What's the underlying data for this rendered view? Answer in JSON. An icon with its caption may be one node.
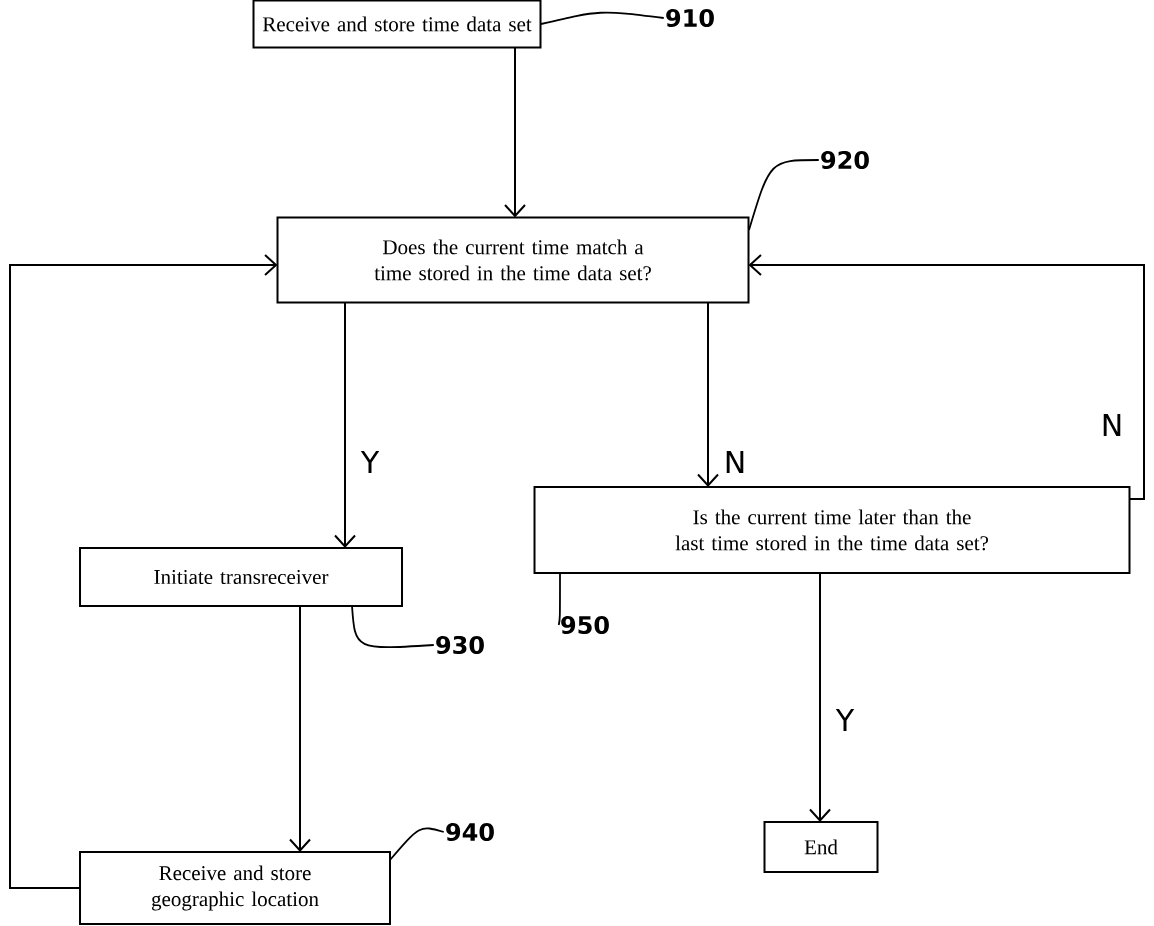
{
  "diagram": {
    "nodes": [
      {
        "text": [
          "Receive and store time data set"
        ]
      },
      {
        "text": [
          "Does the current time match a time stored in the time data set?"
        ]
      },
      {
        "text": [
          "Initiate transreceiver"
        ]
      },
      {
        "text": [
          "Is the current time later than the last time stored in the time data set?"
        ]
      },
      {
        "text": [
          "Receive and store geographic location"
        ]
      },
      {
        "text": [
          "End"
        ]
      },
      {
        "text": [
          "910"
        ]
      },
      {
        "text": [
          "920"
        ]
      },
      {
        "text": [
          "930"
        ]
      },
      {
        "text": [
          "950"
        ]
      },
      {
        "text": [
          "940"
        ]
      }
    ],
    "edges": [
      {
        "from": 0,
        "to": 1,
        "arrow": "to"
      },
      {
        "from": 1,
        "to": 2,
        "arrow": "to",
        "label": "Y"
      },
      {
        "from": 1,
        "to": 3,
        "arrow": "to",
        "label": "N"
      },
      {
        "from": 3,
        "to": 1,
        "arrow": "to",
        "label": "N"
      },
      {
        "from": 2,
        "to": 4,
        "arrow": "to"
      },
      {
        "from": 4,
        "to": 1,
        "arrow": "to"
      },
      {
        "from": 3,
        "to": 5,
        "arrow": "to",
        "label": "Y"
      },
      {
        "from": 6,
        "to": 0,
        "arrow": "none"
      },
      {
        "from": 7,
        "to": 1,
        "arrow": "none"
      },
      {
        "from": 8,
        "to": 2,
        "arrow": "none"
      },
      {
        "from": 9,
        "to": 3,
        "arrow": "none"
      },
      {
        "from": 10,
        "to": 4,
        "arrow": "none"
      }
    ]
  }
}
